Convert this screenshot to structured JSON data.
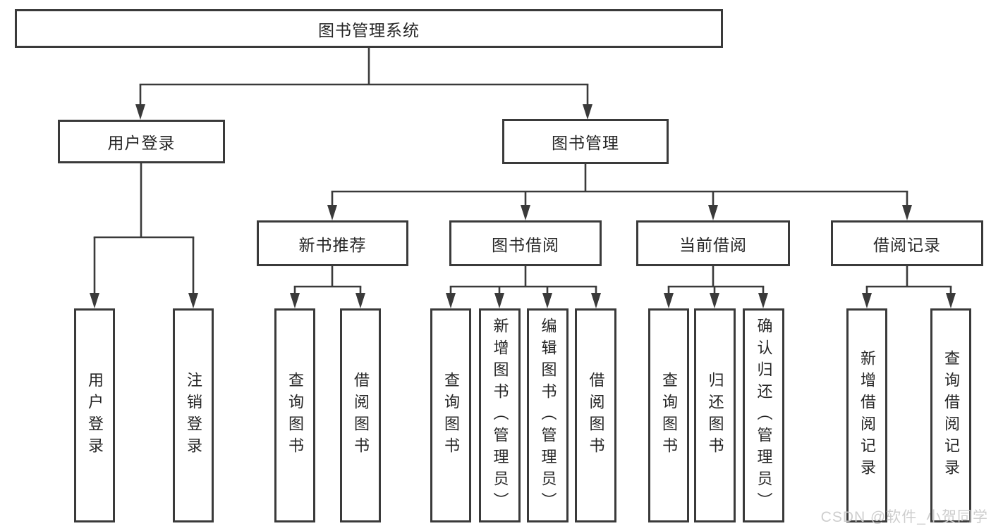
{
  "colors": {
    "line": "#3a3a3a",
    "text": "#262626",
    "watermark": "#cbcbcb",
    "background": "#ffffff"
  },
  "watermark": "CSDN @软件_小贺同学",
  "tree": {
    "root": "图书管理系统",
    "children": [
      {
        "label": "用户登录",
        "children": [
          {
            "label": "用户登录"
          },
          {
            "label": "注销登录"
          }
        ]
      },
      {
        "label": "图书管理",
        "children": [
          {
            "label": "新书推荐",
            "children": [
              {
                "label": "查询图书"
              },
              {
                "label": "借阅图书"
              }
            ]
          },
          {
            "label": "图书借阅",
            "children": [
              {
                "label": "查询图书"
              },
              {
                "label": "新增图书（管理员）"
              },
              {
                "label": "编辑图书（管理员）"
              },
              {
                "label": "借阅图书"
              }
            ]
          },
          {
            "label": "当前借阅",
            "children": [
              {
                "label": "查询图书"
              },
              {
                "label": "归还图书"
              },
              {
                "label": "确认归还（管理员）"
              }
            ]
          },
          {
            "label": "借阅记录",
            "children": [
              {
                "label": "新增借阅记录"
              },
              {
                "label": "查询借阅记录"
              }
            ]
          }
        ]
      }
    ]
  }
}
